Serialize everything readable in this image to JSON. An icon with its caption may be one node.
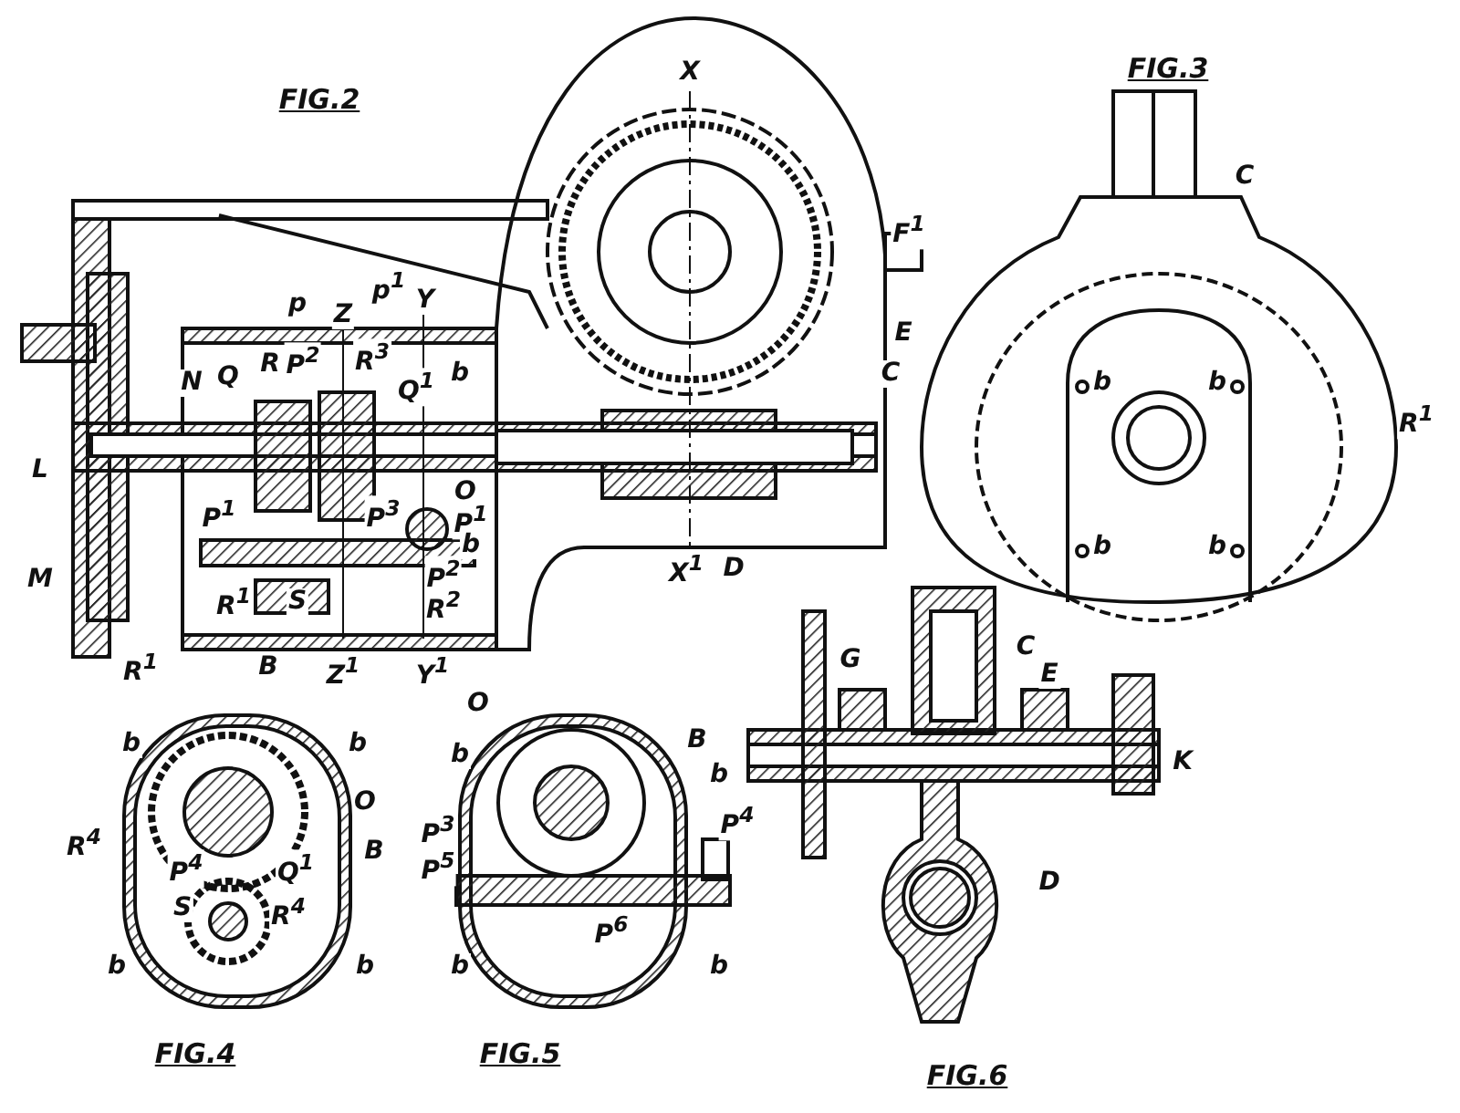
{
  "diagram": {
    "labels": [
      "FIG.2",
      "X",
      "F$^{1}$",
      "p",
      "p$^{1}$",
      "Y",
      "Z",
      "E",
      "N",
      "Q",
      "R",
      "P$^{2}$",
      "R$^{3}$",
      "Q$^{1}$",
      "b",
      "C",
      "L",
      "P$^{1}$",
      "P$^{3}$",
      "O",
      "P$^{1}$",
      "b",
      "M",
      "P$^{2}$",
      "R$^{1}$",
      "S",
      "R$^{2}$",
      "R$^{1}$",
      "B",
      "Z$^{1}$",
      "Y$^{1}$",
      "X$^{1}$",
      "D",
      "FIG.3",
      "C",
      "b",
      "b",
      "R$^{1}$",
      "b",
      "b",
      "b",
      "b",
      "R$^{4}$",
      "O",
      "B",
      "P$^{4}$",
      "Q$^{1}$",
      "S",
      "R$^{4}$",
      "b",
      "b",
      "FIG.4",
      "O",
      "b",
      "B",
      "b",
      "P$^{3}$",
      "P$^{4}$",
      "P$^{5}$",
      "P$^{6}$",
      "b",
      "b",
      "FIG.5",
      "G",
      "C",
      "E",
      "K",
      "D",
      "FIG.6"
    ]
  }
}
